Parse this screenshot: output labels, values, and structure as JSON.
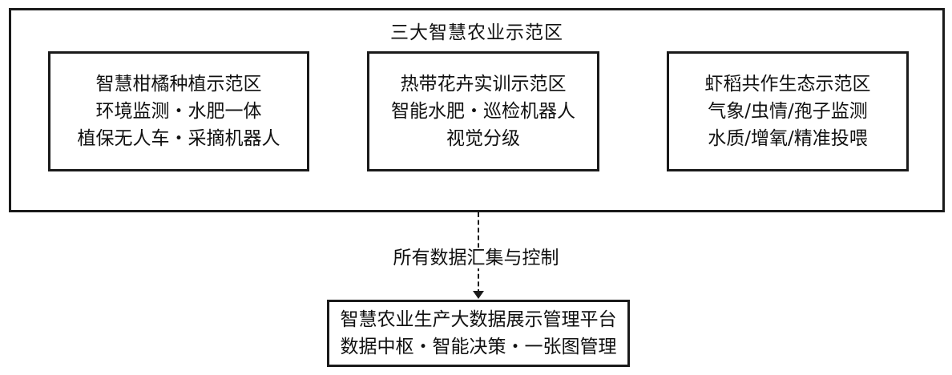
{
  "outer": {
    "title": "三大智慧农业示范区"
  },
  "zones": [
    {
      "lines": [
        "智慧柑橘种植示范区",
        "环境监测・水肥一体",
        "植保无人车・采摘机器人"
      ]
    },
    {
      "lines": [
        "热带花卉实训示范区",
        "智能水肥・巡检机器人",
        "视觉分级"
      ]
    },
    {
      "lines": [
        "虾稻共作生态示范区",
        "气象/虫情/孢子监测",
        "水质/增氧/精准投喂"
      ]
    }
  ],
  "connector": {
    "label": "所有数据汇集与控制"
  },
  "platform": {
    "lines": [
      "智慧农业生产大数据展示管理平台",
      "数据中枢・智能决策・一张图管理"
    ]
  }
}
